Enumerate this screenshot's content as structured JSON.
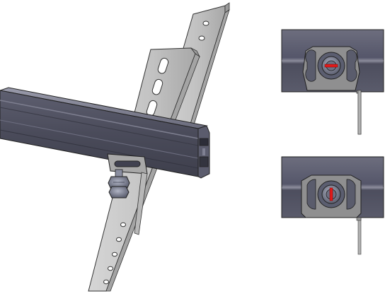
{
  "figure": {
    "views": [
      {
        "id": "assembly"
      },
      {
        "id": "detail-unlocked",
        "slot_orientation": "horizontal"
      },
      {
        "id": "detail-locked",
        "slot_orientation": "vertical"
      }
    ],
    "colors": {
      "rail_dark": "#4a4b5a",
      "rail_mid": "#6a6b7c",
      "rail_light": "#8c8d9e",
      "bracket": "#c4c4c4",
      "bracket_shadow": "#8e8e8e",
      "clip": "#8f8f90",
      "indicator": "#e31b1b",
      "outline": "#2a2a2a"
    }
  }
}
